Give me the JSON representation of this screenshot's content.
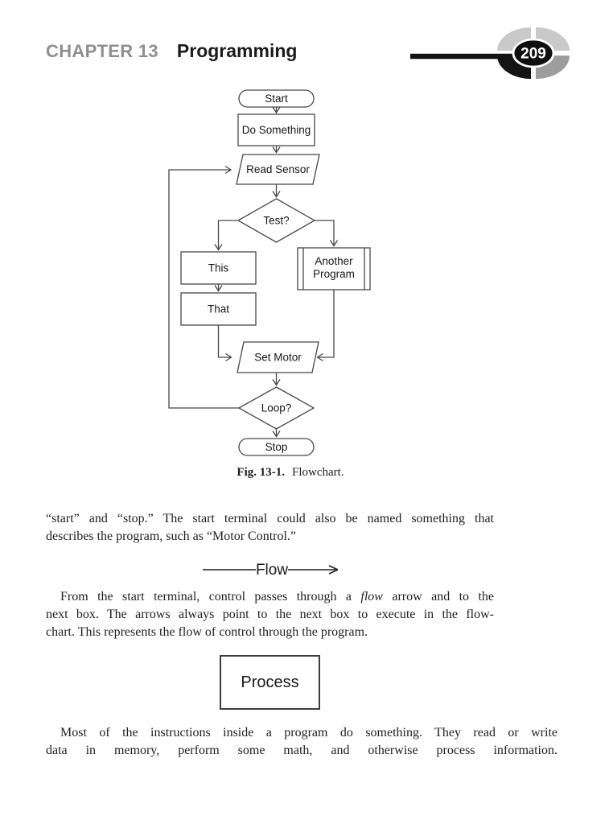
{
  "header": {
    "chapter_label": "CHAPTER 13",
    "chapter_title": "Programming",
    "page_number": "209"
  },
  "figure": {
    "caption_label": "Fig. 13-1.",
    "caption_text": "Flowchart.",
    "nodes": {
      "start": "Start",
      "do_something": "Do Something",
      "read_sensor": "Read Sensor",
      "test": "Test?",
      "this": "This",
      "that": "That",
      "another_program_line1": "Another",
      "another_program_line2": "Program",
      "set_motor": "Set Motor",
      "loop": "Loop?",
      "stop": "Stop"
    }
  },
  "flow_graphic": {
    "label": "Flow"
  },
  "process_box": {
    "label": "Process"
  },
  "paragraphs": {
    "p1_line1": "“start” and “stop.” The start terminal could also be named something that",
    "p1_line2": "describes the program, such as “Motor Control.”",
    "p2_line1_pre": "From the start terminal, control passes through a ",
    "p2_line1_italic": "flow",
    "p2_line1_post": " arrow and to the",
    "p2_line2": "next box. The arrows always point to the next box to execute in the flow-",
    "p2_line3": "chart. This represents the flow of control through the program.",
    "p3_line1": "Most of the instructions inside a program do something. They read or write",
    "p3_line2": "data in memory, perform some math, and otherwise process information."
  },
  "colors": {
    "chapter_label_gray": "#8f8f90",
    "ink": "#1c1c1c",
    "badge_light_gray": "#c9c9c9",
    "badge_mid_gray": "#9d9d9d",
    "badge_black": "#141414",
    "diagram_stroke": "#474747"
  }
}
